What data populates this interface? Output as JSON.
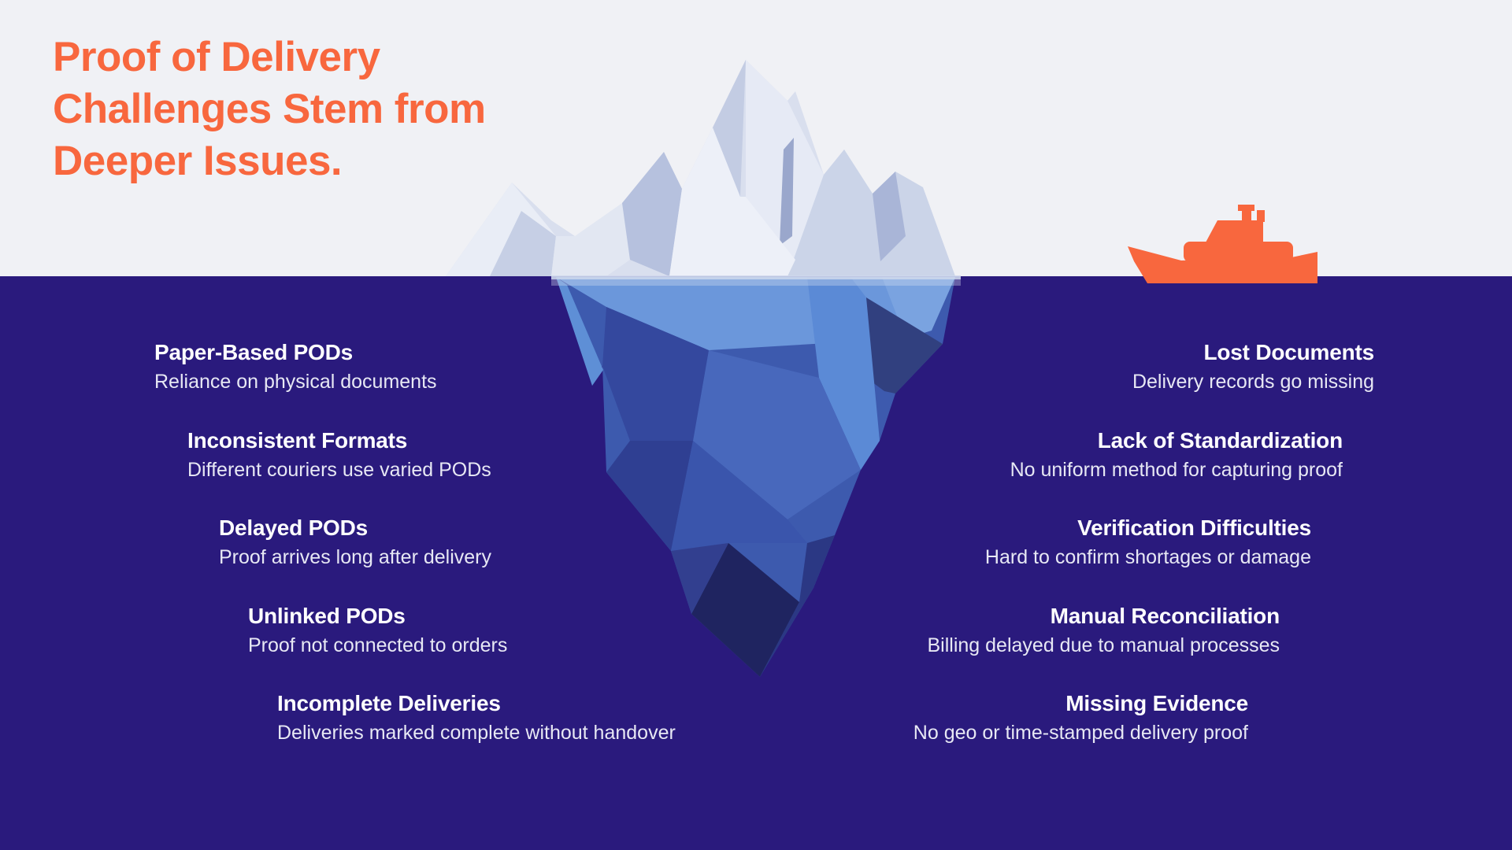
{
  "title": {
    "lines": [
      "Proof of Delivery",
      "Challenges Stem from",
      "Deeper Issues."
    ]
  },
  "colors": {
    "accent": "#F8673E",
    "bg-top": "#F0F1F5",
    "bg-bottom": "#2A1A7D",
    "heading": "#FFFFFF",
    "body": "#E7E8F4"
  },
  "left_items": [
    {
      "title": "Paper-Based PODs",
      "desc": "Reliance on physical documents"
    },
    {
      "title": "Inconsistent Formats",
      "desc": "Different couriers use varied PODs"
    },
    {
      "title": "Delayed PODs",
      "desc": "Proof arrives long after delivery"
    },
    {
      "title": "Unlinked PODs",
      "desc": "Proof not connected to orders"
    },
    {
      "title": "Incomplete Deliveries",
      "desc": "Deliveries marked complete without handover"
    }
  ],
  "right_items": [
    {
      "title": "Lost Documents",
      "desc": "Delivery records go missing"
    },
    {
      "title": "Lack of Standardization",
      "desc": "No uniform method for capturing proof"
    },
    {
      "title": "Verification Difficulties",
      "desc": "Hard to confirm shortages or damage"
    },
    {
      "title": "Manual Reconciliation",
      "desc": "Billing delayed due to manual processes"
    },
    {
      "title": "Missing Evidence",
      "desc": "No geo or time-stamped delivery proof"
    }
  ],
  "icons": {
    "iceberg": "iceberg-illustration",
    "ship": "cargo-ship-icon"
  }
}
